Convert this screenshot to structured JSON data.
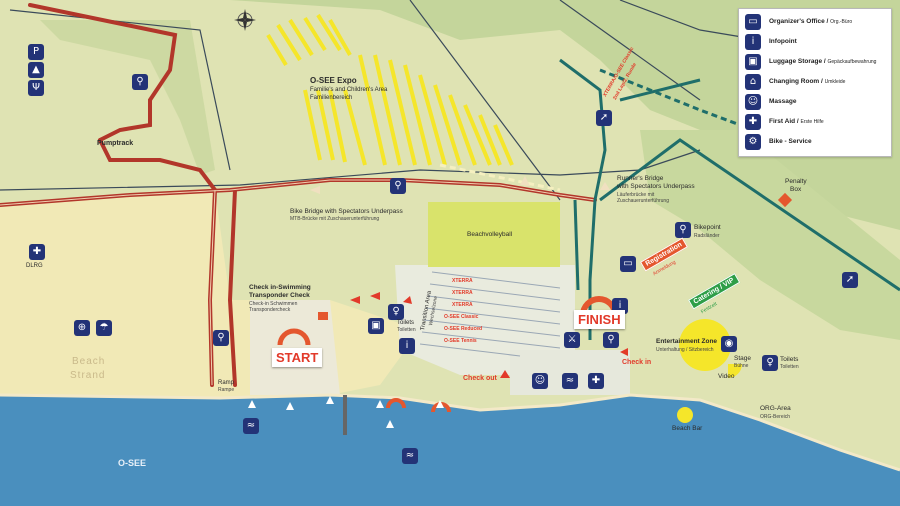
{
  "legend": {
    "items": [
      {
        "label": "Organizer's Office /",
        "sub": "Org.-Büro",
        "icon": "office-icon"
      },
      {
        "label": "Infopoint",
        "sub": "",
        "icon": "info-icon"
      },
      {
        "label": "Luggage Storage /",
        "sub": "Gepäckaufbewahrung",
        "icon": "luggage-icon"
      },
      {
        "label": "Changing Room /",
        "sub": "Umkleide",
        "icon": "changing-room-icon"
      },
      {
        "label": "Massage",
        "sub": "",
        "icon": "massage-icon"
      },
      {
        "label": "First Aid /",
        "sub": "Erste Hilfe",
        "icon": "first-aid-icon"
      },
      {
        "label": "Bike - Service",
        "sub": "",
        "icon": "bike-service-icon"
      }
    ]
  },
  "labels": {
    "expo_title": "O-SEE Expo",
    "expo_family": "Familie's and Children's Area",
    "expo_family_de": "Familienbereich",
    "pumptrack": "Pumptrack",
    "bike_bridge": "Bike Bridge with Spectators Underpass",
    "bike_bridge_de": "MTB-Brücke mit Zuschauerunterführung",
    "runners_bridge_1": "Runner's Bridge",
    "runners_bridge_2": "with Spectators Underpass",
    "runners_bridge_de1": "Läuferbrücke mit",
    "runners_bridge_de2": "Zuschauerunterführung",
    "penalty_1": "Penalty",
    "penalty_2": "Box",
    "beachvolleyball": "Beachvolleyball",
    "bikepoint": "Bikepoint",
    "bikepoint_de": "Radsländer",
    "checkin_swim_1": "Check in-Swimming",
    "checkin_swim_2": "Transponder Check",
    "checkin_swim_de1": "Check-in Schwimmen",
    "checkin_swim_de2": "Transpondercheck",
    "transition_area": "Transition Area",
    "transition_area_de": "Wechselzone",
    "toilets_mid": "Toilets",
    "toilets_mid_de": "Toiletten",
    "toilets_right": "Toilets",
    "toilets_right_de": "Toiletten",
    "dlrg": "DLRG",
    "beach": "Beach",
    "strand": "Strand",
    "ramp": "Ramp",
    "ramp_de": "Rampe",
    "start": "START",
    "finish": "FINISH",
    "check_out": "Check out",
    "check_in": "Check in",
    "registration": "Registration",
    "registration_de": "Anmeldung",
    "catering": "Catering / VIP",
    "catering_de": "Festzelt",
    "entertainment": "Entertainment Zone",
    "entertainment_de": "Unterhaltung / Sitzbereich",
    "stage": "Stage",
    "stage_de": "Bühne",
    "video": "Video",
    "org_area": "ORG-Area",
    "org_area_de": "ORG-Bereich",
    "beach_bar": "Beach Bar",
    "lake": "O-SEE",
    "xterra_route_1": "XTERRA/O-SEE Classic",
    "xterra_route_2": "2nd Lap/2. Runde"
  },
  "lanes": [
    "XTERRA",
    "XTERRA",
    "XTERRA",
    "O-SEE Classic",
    "O-SEE Reduced",
    "O-SEE Tennis"
  ],
  "colors": {
    "grass": "#c7d59a",
    "grass_dark": "#a9c083",
    "sand": "#f1e9b6",
    "water": "#4a8fbe",
    "bike_route": "#b2362a",
    "run_route": "#1f6e6a",
    "expo_stripes": "#f5e62a",
    "accent_orange": "#e4572e",
    "icon_blue": "#233377",
    "catering_green": "#2e9e48"
  }
}
